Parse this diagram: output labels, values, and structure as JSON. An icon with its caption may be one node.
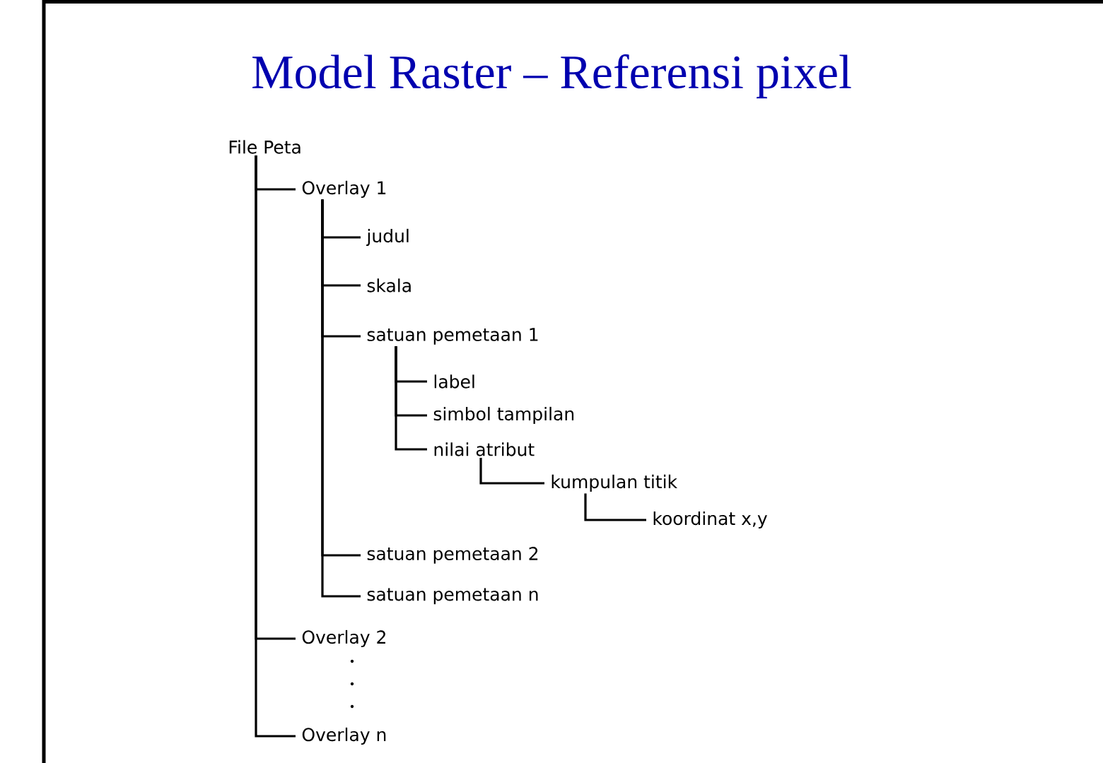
{
  "diagram": {
    "title": "Model Raster – Referensi pixel",
    "nodes": [
      {
        "text": [
          "File Peta"
        ]
      },
      {
        "text": [
          "Overlay 1"
        ]
      },
      {
        "text": [
          "judul"
        ]
      },
      {
        "text": [
          "skala"
        ]
      },
      {
        "text": [
          "satuan pemetaan 1"
        ]
      },
      {
        "text": [
          "label"
        ]
      },
      {
        "text": [
          "simbol tampilan"
        ]
      },
      {
        "text": [
          "nilai atribut"
        ]
      },
      {
        "text": [
          "kumpulan titik"
        ]
      },
      {
        "text": [
          "koordinat x,y"
        ]
      },
      {
        "text": [
          "satuan pemetaan 2"
        ]
      },
      {
        "text": [
          "satuan pemetaan n"
        ]
      },
      {
        "text": [
          "Overlay 2"
        ]
      },
      {
        "text": [
          "Overlay n"
        ]
      }
    ],
    "edges": [
      {
        "from": 0,
        "to": 1,
        "arrow": "none"
      },
      {
        "from": 1,
        "to": 2,
        "arrow": "none"
      },
      {
        "from": 1,
        "to": 3,
        "arrow": "none"
      },
      {
        "from": 1,
        "to": 4,
        "arrow": "none"
      },
      {
        "from": 4,
        "to": 5,
        "arrow": "none"
      },
      {
        "from": 4,
        "to": 6,
        "arrow": "none"
      },
      {
        "from": 4,
        "to": 7,
        "arrow": "none"
      },
      {
        "from": 7,
        "to": 8,
        "arrow": "none"
      },
      {
        "from": 8,
        "to": 9,
        "arrow": "none"
      },
      {
        "from": 1,
        "to": 10,
        "arrow": "none"
      },
      {
        "from": 1,
        "to": 11,
        "arrow": "none"
      },
      {
        "from": 0,
        "to": 12,
        "arrow": "none"
      },
      {
        "from": 0,
        "to": 13,
        "arrow": "none"
      }
    ]
  }
}
